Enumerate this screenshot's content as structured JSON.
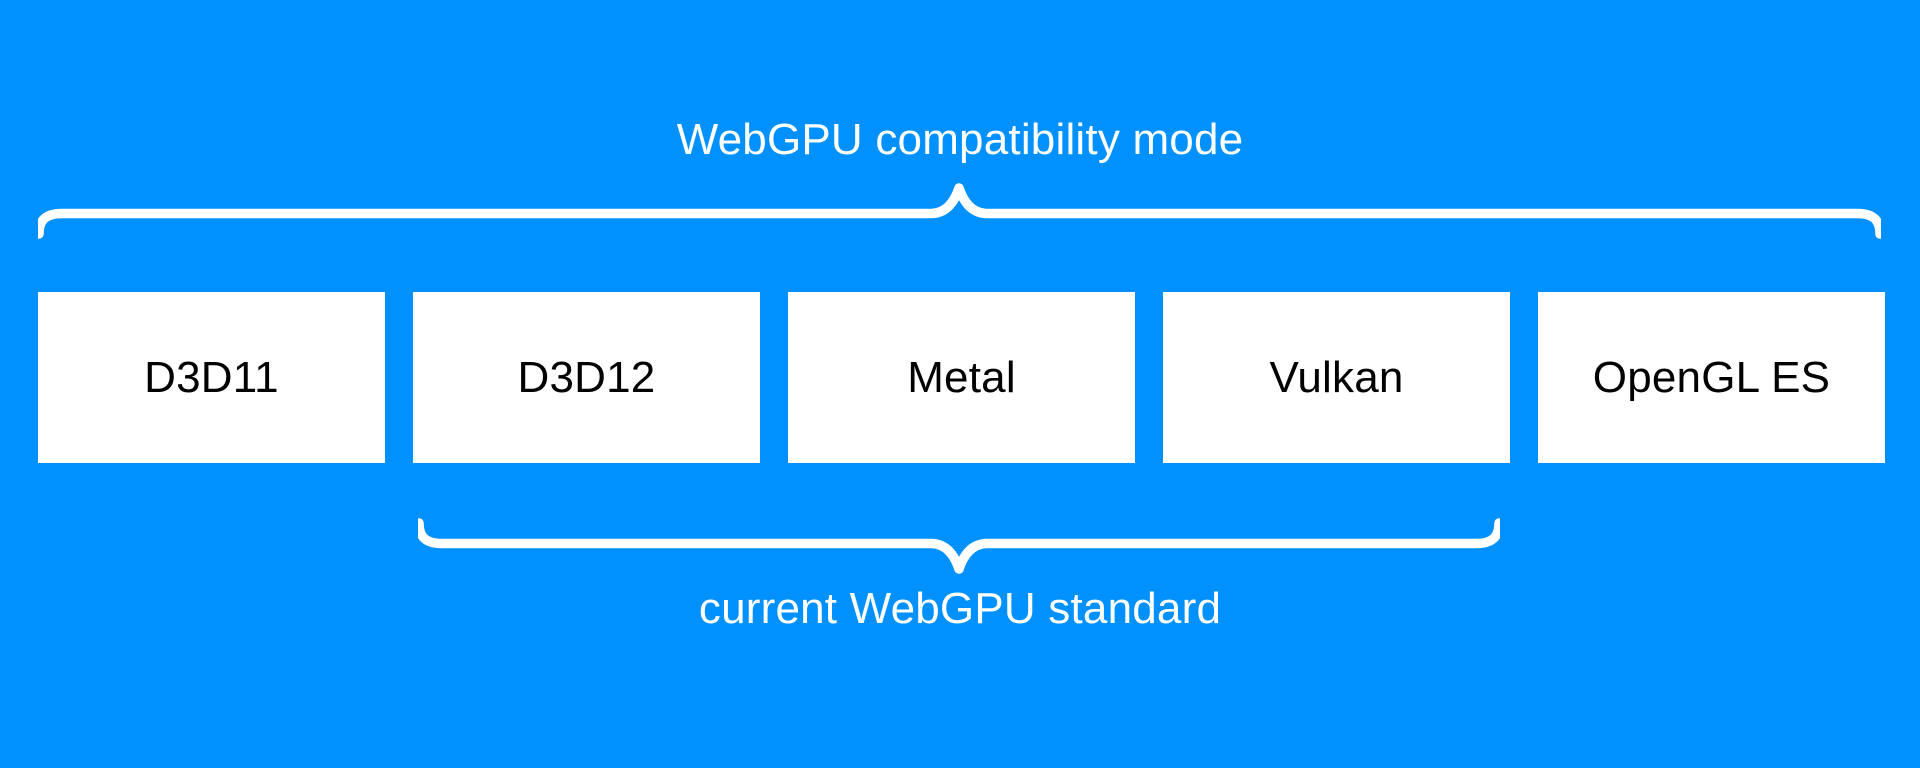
{
  "diagram": {
    "title": "WebGPU compatibility mode",
    "bottom_label": "current WebGPU standard",
    "boxes": [
      {
        "label": "D3D11"
      },
      {
        "label": "D3D12"
      },
      {
        "label": "Metal"
      },
      {
        "label": "Vulkan"
      },
      {
        "label": "OpenGL ES"
      }
    ],
    "colors": {
      "background": "#0091ff",
      "box_background": "#ffffff",
      "box_text": "#000000",
      "label_text": "#ffffff",
      "brace": "#ffffff"
    }
  }
}
